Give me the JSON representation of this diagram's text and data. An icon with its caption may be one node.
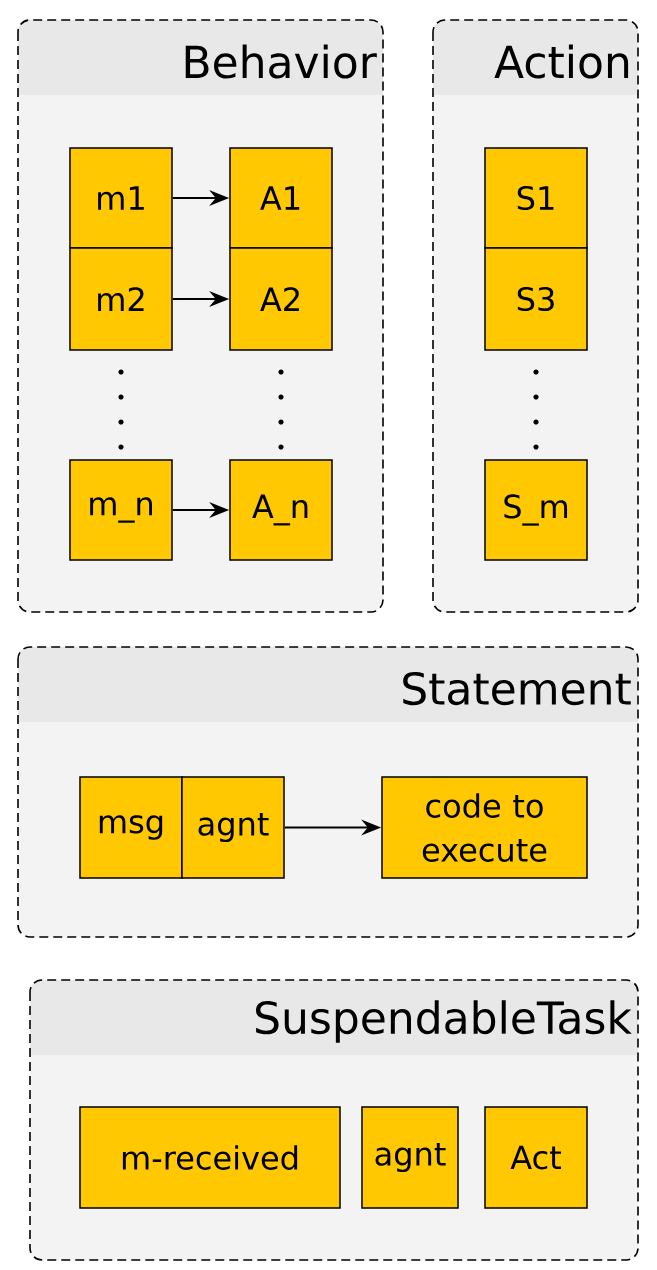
{
  "diagram": {
    "nodes": [
      {
        "text": [
          "Behavior"
        ]
      },
      {
        "text": [
          "m1"
        ],
        "in": 0
      },
      {
        "text": [
          "A1"
        ],
        "in": 0
      },
      {
        "text": [
          "m2"
        ],
        "in": 0
      },
      {
        "text": [
          "A2"
        ],
        "in": 0
      },
      {
        "text": [
          "m_n"
        ],
        "in": 0
      },
      {
        "text": [
          "A_n"
        ],
        "in": 0
      },
      {
        "text": [
          "Action"
        ]
      },
      {
        "text": [
          "S1"
        ],
        "in": 7
      },
      {
        "text": [
          "S3"
        ],
        "in": 7
      },
      {
        "text": [
          "S_m"
        ],
        "in": 7
      },
      {
        "text": [
          "Statement"
        ]
      },
      {
        "text": [
          "msg"
        ],
        "in": 11
      },
      {
        "text": [
          "agnt"
        ],
        "in": 11
      },
      {
        "text": [
          "code to execute"
        ],
        "in": 11
      },
      {
        "text": [
          "SuspendableTask"
        ]
      },
      {
        "text": [
          "m-received"
        ],
        "in": 15
      },
      {
        "text": [
          "agnt"
        ],
        "in": 15
      },
      {
        "text": [
          "Act"
        ],
        "in": 15
      }
    ],
    "edges": [
      {
        "from": 1,
        "to": 2,
        "arrow": "to"
      },
      {
        "from": 3,
        "to": 4,
        "arrow": "to"
      },
      {
        "from": 5,
        "to": 6,
        "arrow": "to"
      },
      {
        "from": 13,
        "to": 14,
        "arrow": "to"
      }
    ]
  }
}
